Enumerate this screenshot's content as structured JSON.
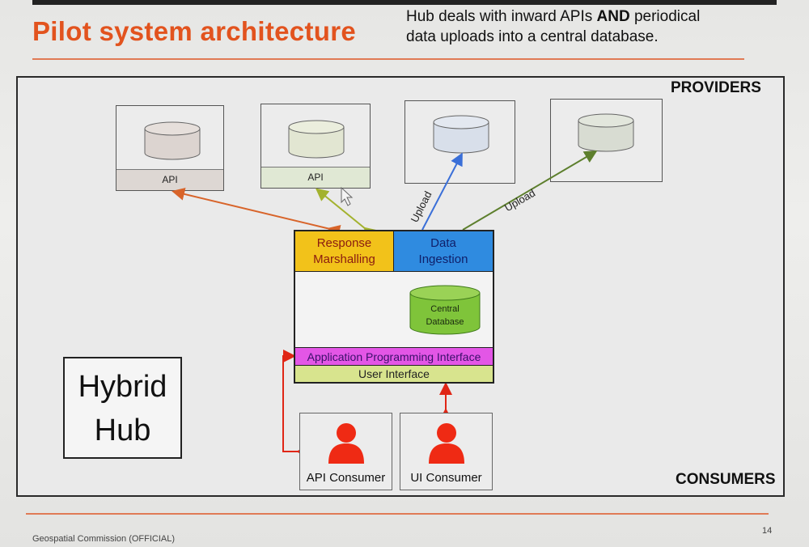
{
  "header": {
    "title": "Pilot system architecture",
    "subtitle_part1": "Hub deals with inward APIs ",
    "subtitle_bold": "AND",
    "subtitle_part2": " periodical",
    "subtitle_line2": "data uploads into a central database."
  },
  "labels": {
    "providers": "PROVIDERS",
    "consumers": "CONSUMERS"
  },
  "providers": [
    {
      "strip_label": "API",
      "strip_color": "#ddd7d3",
      "db_color": "#dcd4d0"
    },
    {
      "strip_label": "API",
      "strip_color": "#e0e8d4",
      "db_color": "#e2e6d2"
    },
    {
      "strip_label": "",
      "strip_color": "#ececec",
      "db_color": "#d8dfea"
    },
    {
      "strip_label": "",
      "strip_color": "#ececec",
      "db_color": "#d8dcd2"
    }
  ],
  "arrows": {
    "upload_1": "Upload",
    "upload_2": "Upload"
  },
  "hub": {
    "response_marshalling_line1": "Response",
    "response_marshalling_line2": "Marshalling",
    "data_ingestion_line1": "Data",
    "data_ingestion_line2": "Ingestion",
    "central_db_line1": "Central",
    "central_db_line2": "Database",
    "api_bar": "Application Programming Interface",
    "ui_bar": "User Interface"
  },
  "hybrid_hub": {
    "line1": "Hybrid",
    "line2": "Hub"
  },
  "consumers": [
    {
      "label": "API Consumer"
    },
    {
      "label": "UI Consumer"
    }
  ],
  "footer": {
    "note": "Geospatial Commission (OFFICIAL)",
    "page": "14"
  },
  "colors": {
    "title_orange": "#e2531e",
    "response_yellow": "#f2c21a",
    "ingestion_blue": "#2f8be0",
    "api_magenta": "#e356e6",
    "ui_lime": "#d8e48e",
    "db_green": "#7fc43a",
    "person_red": "#ef2a14"
  }
}
